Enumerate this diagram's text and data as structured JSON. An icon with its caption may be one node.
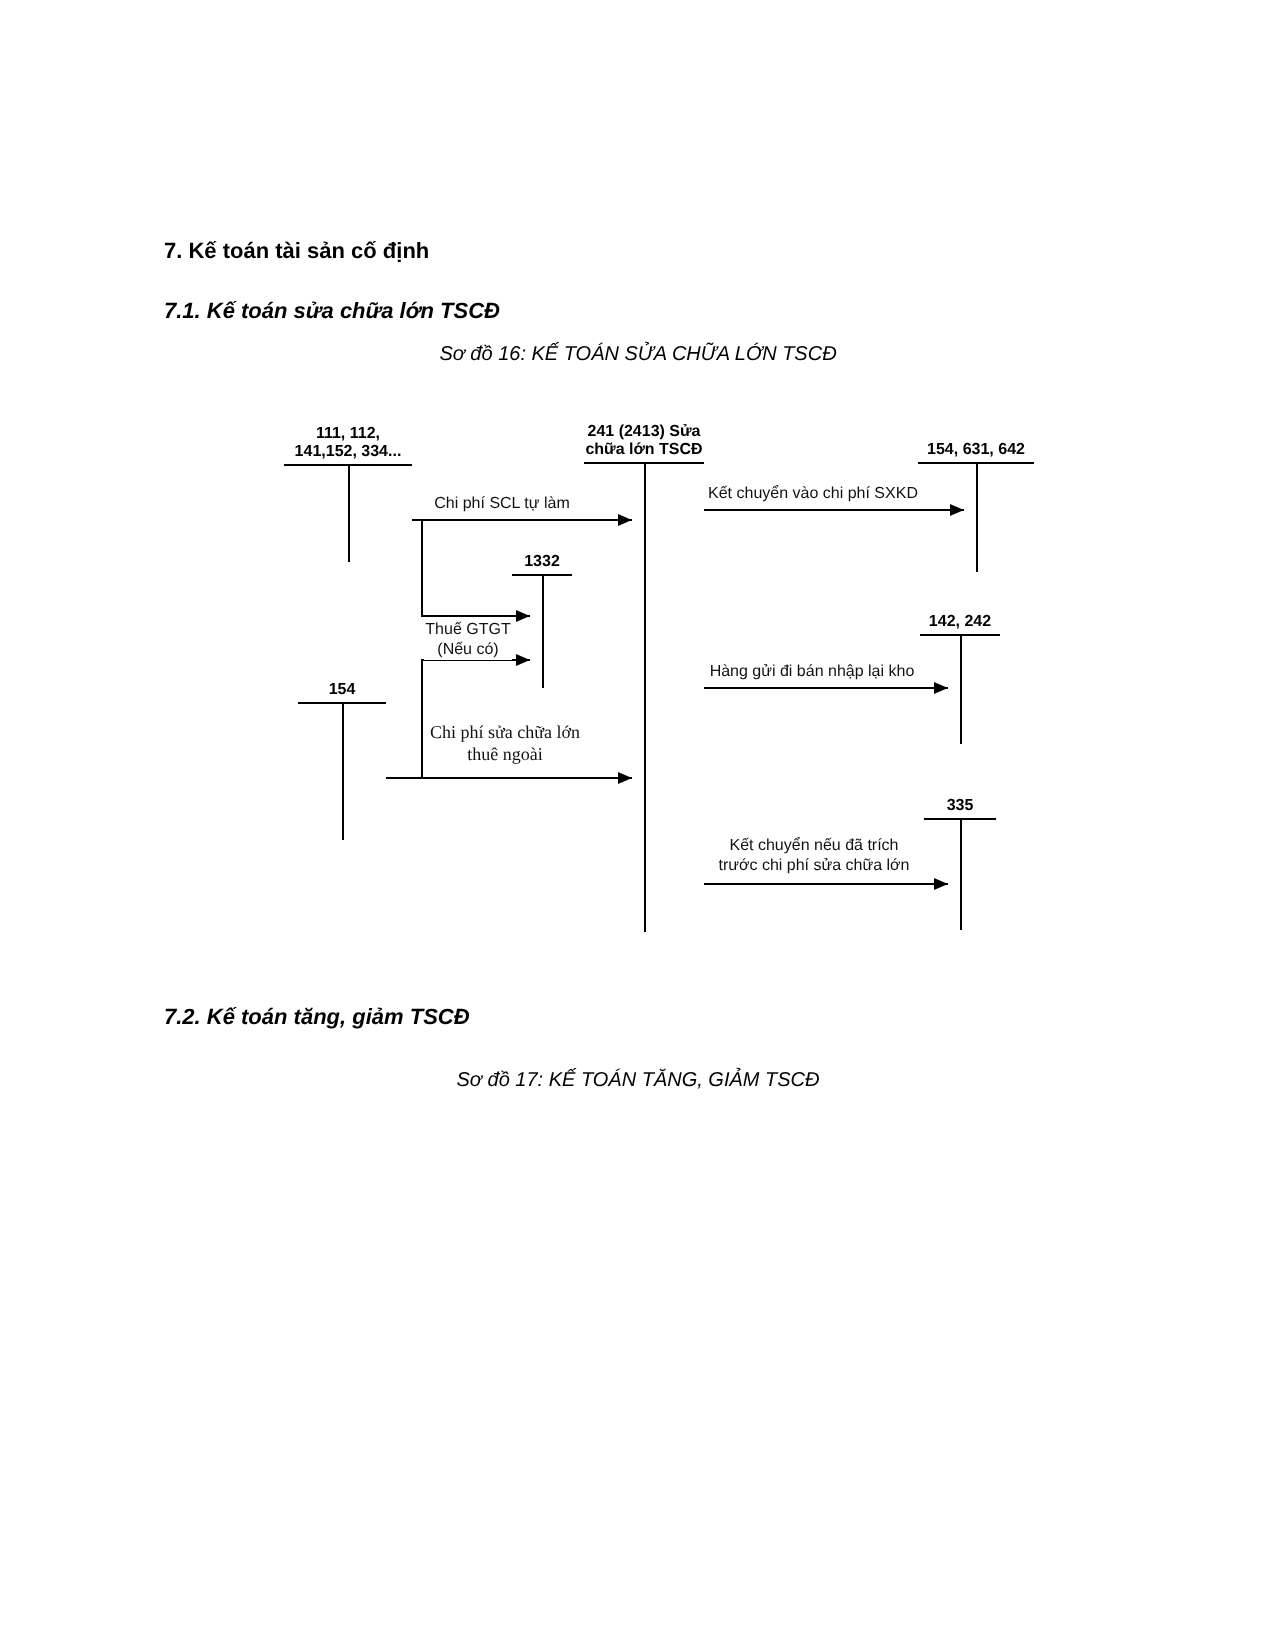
{
  "diagram": {
    "title": "7. Kế toán tài sản cố định",
    "nodes": [
      {
        "text": [
          "111, 112, 141,152, 334..."
        ]
      },
      {
        "text": [
          "241 (2413) Sửa chữa lớn TSCĐ"
        ]
      },
      {
        "text": [
          "154, 631, 642"
        ]
      },
      {
        "text": [
          "1332"
        ]
      },
      {
        "text": [
          "154"
        ]
      },
      {
        "text": [
          "142, 242"
        ]
      },
      {
        "text": [
          "335"
        ]
      }
    ],
    "edges": [
      {
        "from": 0,
        "to": 1,
        "arrow": "to",
        "label": "Chi phí SCL tự làm"
      },
      {
        "from": 0,
        "to": 3,
        "arrow": "to",
        "label": "Thuế GTGT (Nếu có)"
      },
      {
        "from": 4,
        "to": 3,
        "arrow": "to"
      },
      {
        "from": 4,
        "to": 1,
        "arrow": "to",
        "label": "Chi phí sửa chữa lớn thuê ngoài"
      },
      {
        "from": 1,
        "to": 2,
        "arrow": "to",
        "label": "Kết chuyển vào chi phí SXKD"
      },
      {
        "from": 1,
        "to": 5,
        "arrow": "to",
        "label": "Hàng gửi đi bán nhập lại kho"
      },
      {
        "from": 1,
        "to": 6,
        "arrow": "to",
        "label": "Kết chuyển nếu đã trích trước chi phí sửa chữa lớn"
      }
    ],
    "labels": [
      "7.1. Kế toán sửa chữa lớn TSCĐ",
      "Sơ đồ 16: KẾ TOÁN SỬA CHỮA LỚN TSCĐ",
      "7.2. Kế toán tăng, giảm TSCĐ",
      "Sơ đồ 17: KẾ TOÁN TĂNG, GIẢM TSCĐ"
    ]
  }
}
